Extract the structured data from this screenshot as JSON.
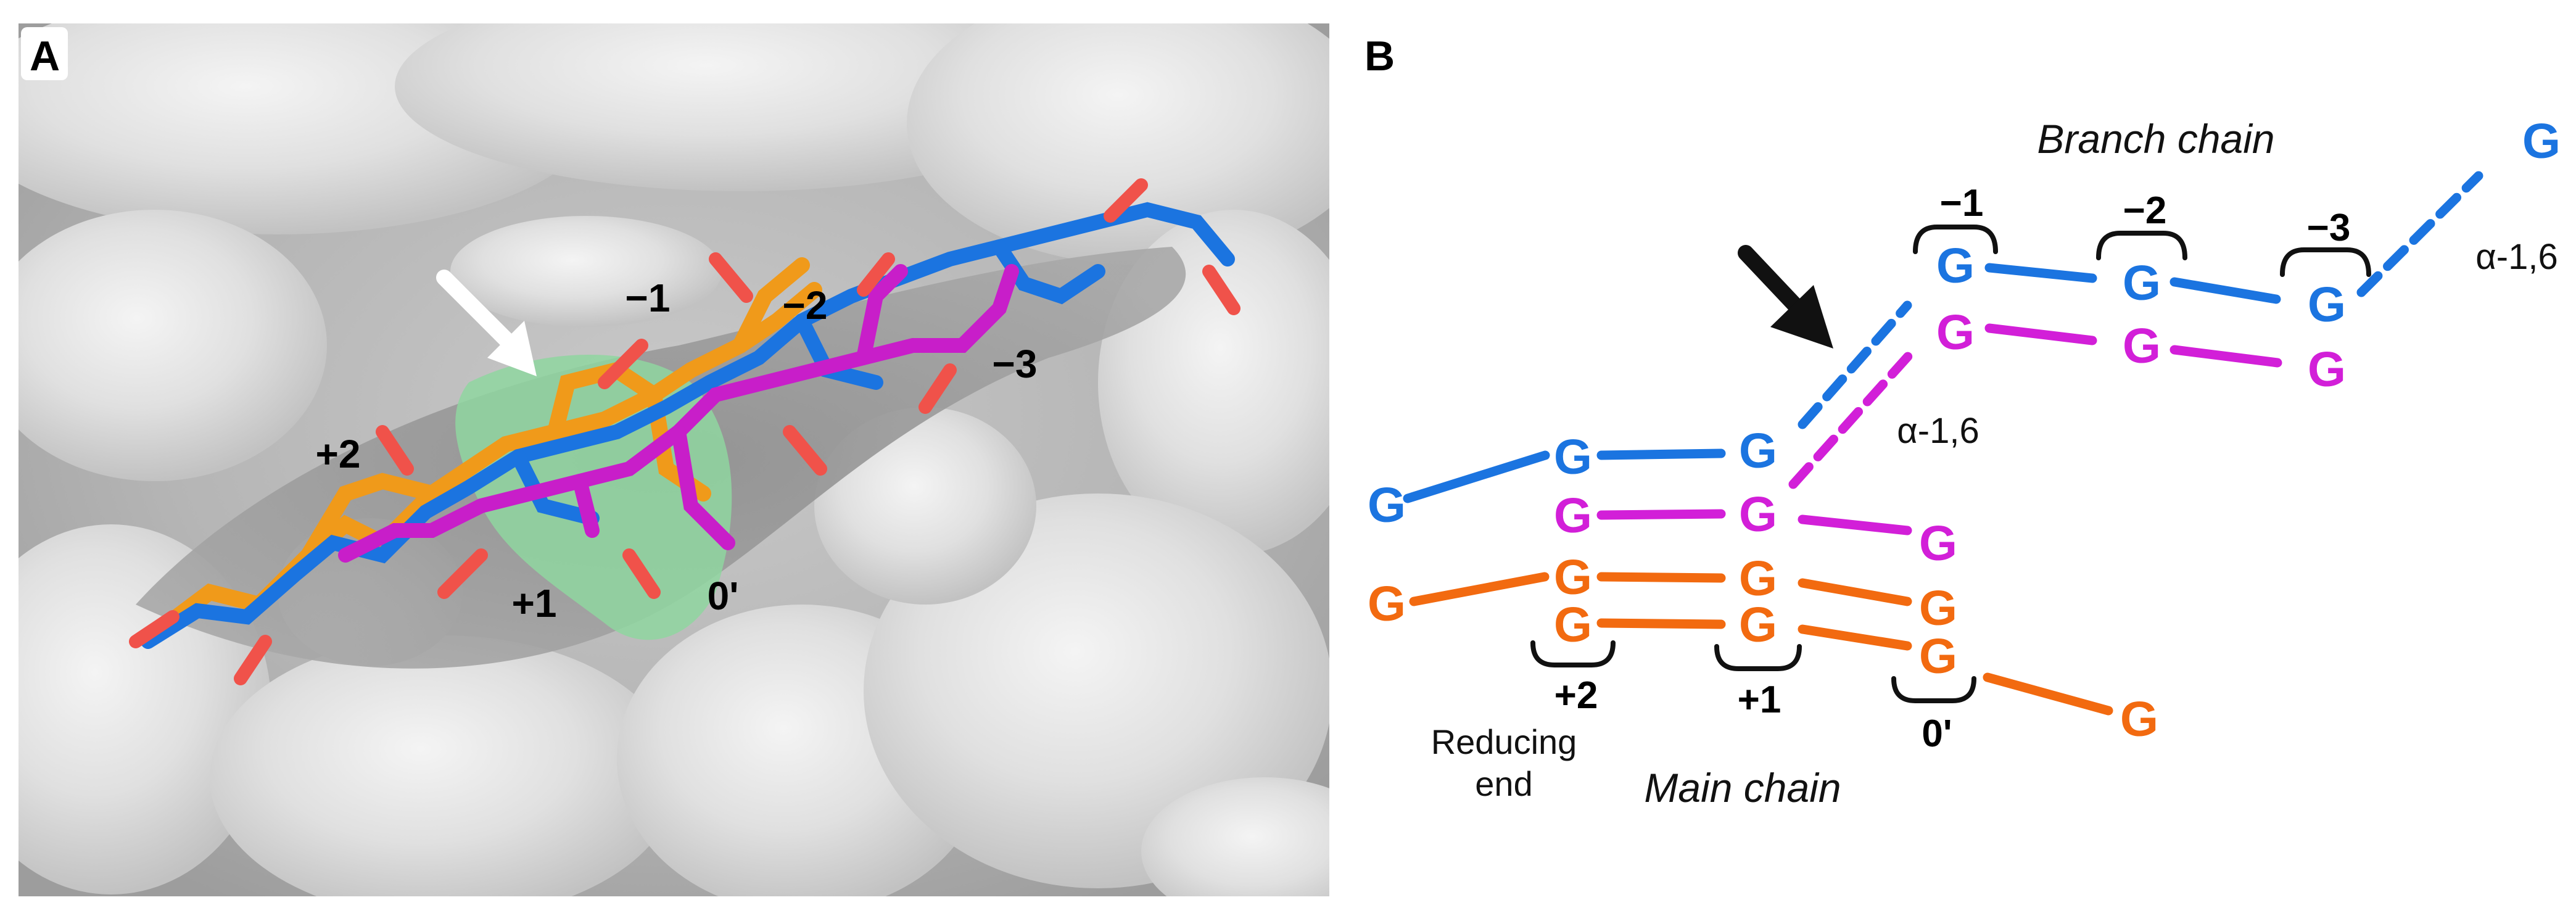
{
  "panels": {
    "a_letter": "A",
    "b_letter": "B"
  },
  "panel_a": {
    "site_labels": [
      "+2",
      "+1",
      "0'",
      "−1",
      "−2",
      "−3"
    ]
  },
  "panel_b": {
    "residue_letter": "G",
    "branch_chain_title": "Branch chain",
    "main_chain_title": "Main chain",
    "linkage_label": "α-1,6",
    "reducing_line1": "Reducing",
    "reducing_line2": "end",
    "site_labels": {
      "minus1": "−1",
      "minus2": "−2",
      "minus3": "−3",
      "plus2": "+2",
      "plus1": "+1",
      "zero": "0'"
    },
    "colors": {
      "blue": "#1b74e0",
      "magenta": "#d21fd8",
      "orange": "#f26a10",
      "surface": "#d4d4d4",
      "pocket": "#8fd6a0"
    }
  }
}
